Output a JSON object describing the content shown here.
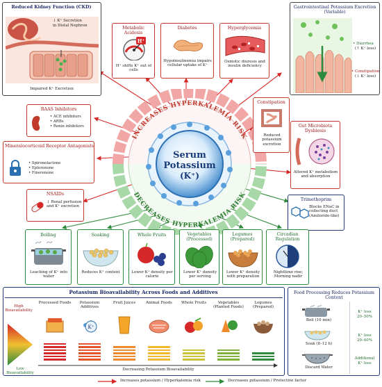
{
  "center": {
    "title1": "Serum",
    "title2": "Potassium",
    "title3": "(K⁺)"
  },
  "rings": {
    "top": "INCREASES HYPERKALEMIA RISK",
    "bottom": "DECREASES HYPERKALEMIA RISK"
  },
  "ckd": {
    "title": "Reduced Kidney Function (CKD)",
    "note1": "↓ K⁺ Secretion",
    "note2": "in Distal Nephron",
    "caption": "Impaired K⁺ Excretion"
  },
  "metabolic": {
    "title": "Metabolic Acidosis",
    "icon_label": "H⁺",
    "caption": "H⁺ shifts K⁺ out of cells"
  },
  "diabetes": {
    "title": "Diabetes",
    "caption": "Hypoinsulinemia impairs cellular uptake of K⁺"
  },
  "hyperglycemia": {
    "title": "Hyperglycemia",
    "caption": "Osmotic diuresis and insulin deficiency"
  },
  "gi": {
    "title": "Gastrointestinal Potassium Excretion (Variable)",
    "diarrhea": "• Diarrhea",
    "diarrhea_sub": "(↑ K⁺ loss)",
    "constipation": "• Constipation",
    "constipation_sub": "(↓ K⁺ loss)"
  },
  "raas": {
    "title": "RAAS Inhibitors",
    "items": [
      "ACE inhibitors",
      "ARBs",
      "Renin inhibitors"
    ]
  },
  "mra": {
    "title": "Mineralocorticoid Receptor Antagonists",
    "items": [
      "Spironolactone",
      "Eplerenone",
      "Finerenone"
    ]
  },
  "nsaids": {
    "title": "NSAIDs",
    "caption": "↓ Renal perfusion and K⁺ excretion"
  },
  "constipation": {
    "title": "Constipation",
    "caption": "Reduced potassium excretion"
  },
  "microbiota": {
    "title": "Gut Microbiota Dysbiosis",
    "caption": "Altered K⁺ metabolism and absorption"
  },
  "trimethoprim": {
    "title": "Trimethoprim",
    "caption": "Blocks ENaC in collecting duct (Amiloride-like)"
  },
  "decrease_boxes": [
    {
      "title": "Boiling",
      "caption": "Leaching of K⁺ into water"
    },
    {
      "title": "Soaking",
      "caption": "Reduces K⁺ content"
    },
    {
      "title": "Whole Fruits",
      "caption": "Lower K⁺ density per calorie"
    },
    {
      "title": "Vegetables (Processed)",
      "caption": "Lower K⁺ density per serving"
    },
    {
      "title": "Legumes (Prepared)",
      "caption": "Lower K⁺ density with preparation"
    },
    {
      "title": "Circadian Regulation",
      "caption": "Nighttime rise; Morning nadir"
    }
  ],
  "bioavailability": {
    "title": "Potassium Bioavailability Across Foods and Additives",
    "high": "High Bioavailability",
    "low": "Low Bioavailability",
    "categories": [
      "Processed Foods",
      "Potassium Additives",
      "Fruit Juices",
      "Animal Foods",
      "Whole Fruits",
      "Vegetables (Planted Foods)",
      "Legumes (Prepared)"
    ],
    "additive_icon": "K⁺",
    "axis": "Decreasing Potassium Bioavailability"
  },
  "processing": {
    "title": "Food Processing Reduces Potassium Content",
    "rows": [
      {
        "label": "Boil (10 min)",
        "loss1": "K⁺ loss",
        "loss2": "20–50%"
      },
      {
        "label": "Soak (8–12 h)",
        "loss1": "K⁺ loss",
        "loss2": "20–40%"
      },
      {
        "label": "Discard Water",
        "loss1": "Additional",
        "loss2": "K⁺ loss"
      }
    ]
  },
  "legend": {
    "increase": "Increases potassium / Hyperkalemia risk",
    "decrease": "Decreases potassium / Protective factor"
  },
  "colors": {
    "increase": "#d62828",
    "decrease": "#2e8b3e",
    "center": "#1f6fb8",
    "navy": "#233a7a"
  }
}
